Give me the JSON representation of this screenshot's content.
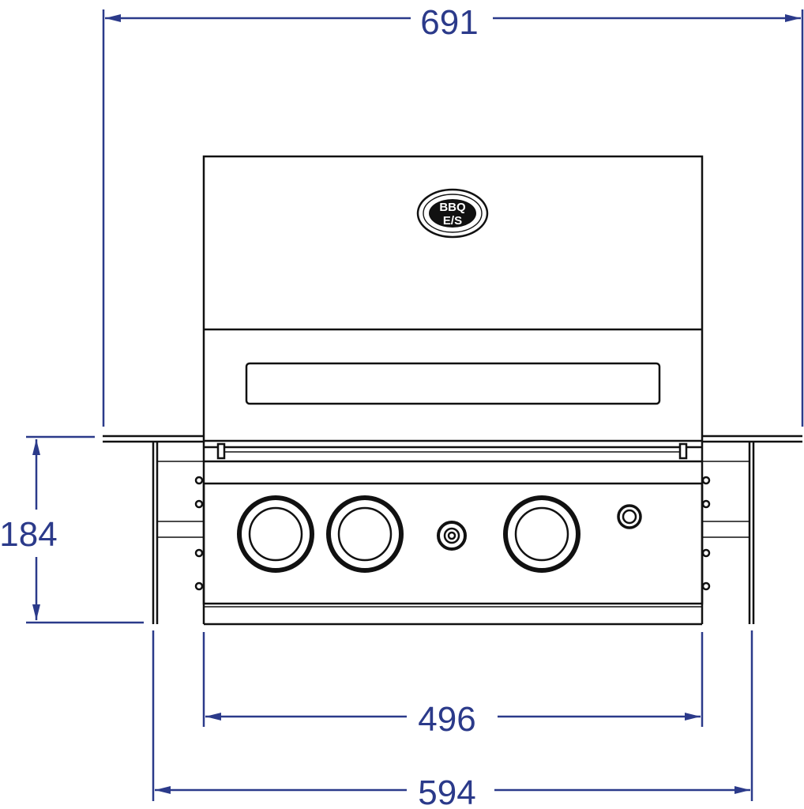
{
  "dimensions": {
    "overall_width": "691",
    "height": "184",
    "body_width": "496",
    "cutout_width": "594"
  },
  "logo": {
    "top_text": "BBQ",
    "bottom_text": "E/S"
  },
  "colors": {
    "dimension": "#2b3a8a",
    "outline": "#111111",
    "background": "#ffffff"
  }
}
